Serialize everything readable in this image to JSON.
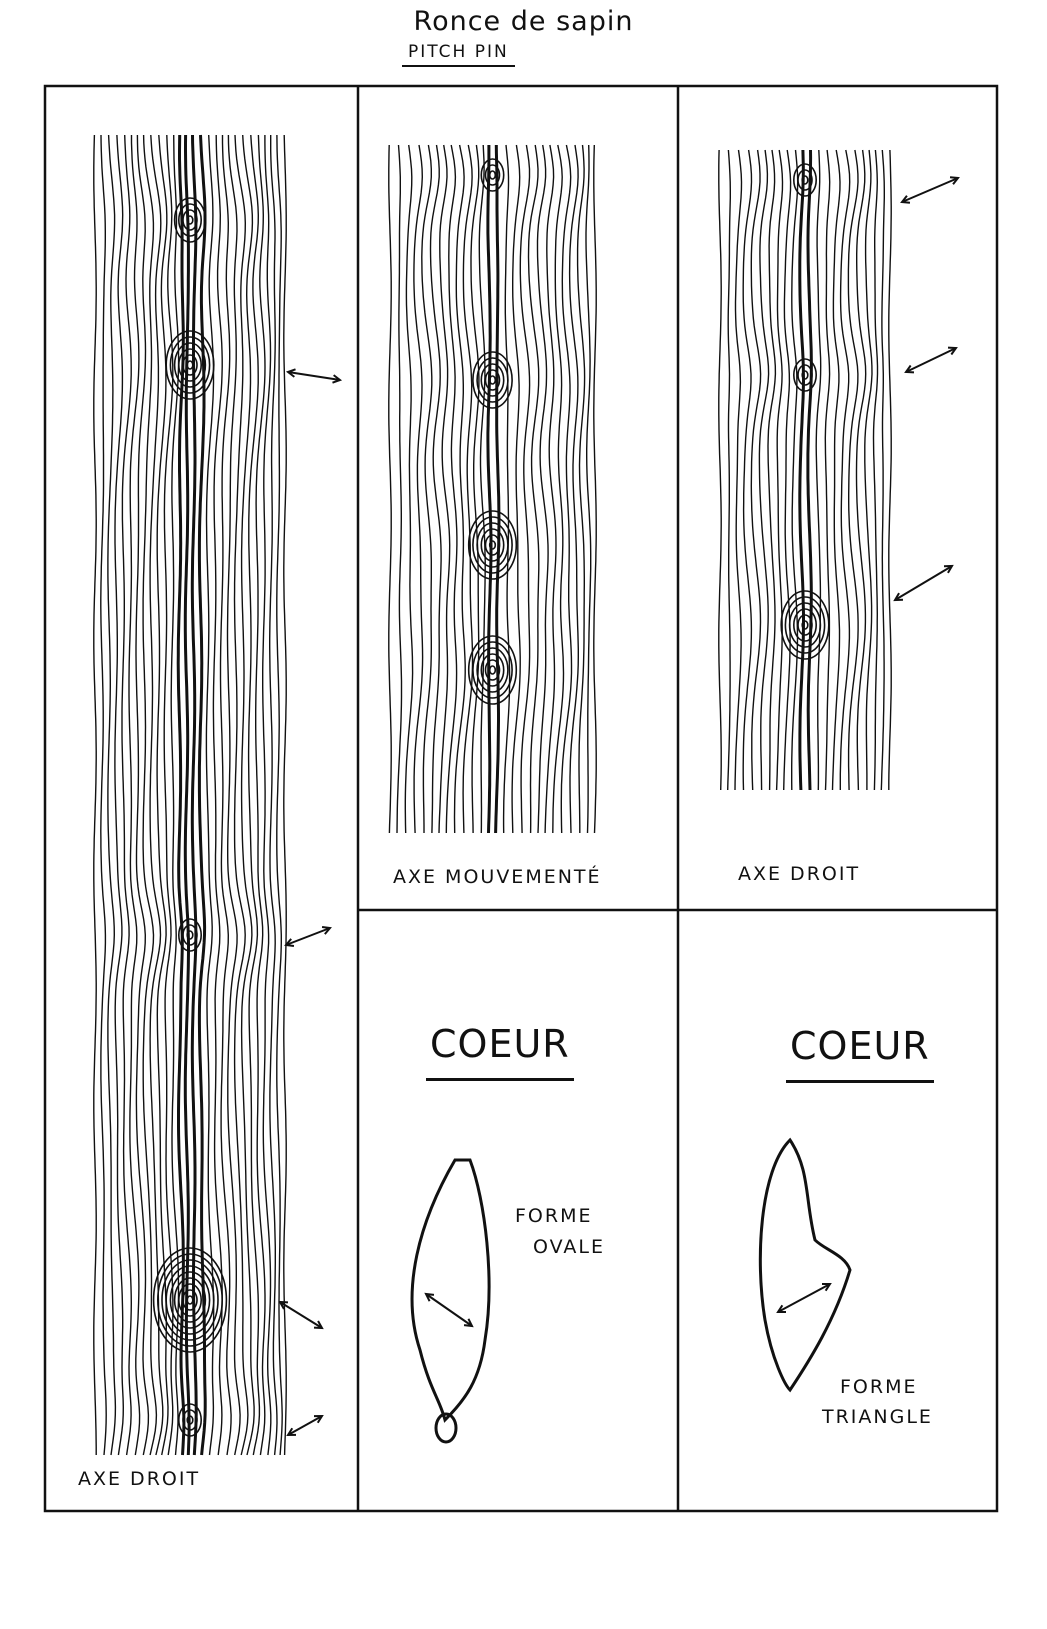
{
  "header": {
    "title": "Ronce de sapin",
    "subtitle": "PITCH PIN"
  },
  "panels": {
    "left": {
      "label": "AXE DROIT"
    },
    "top_middle": {
      "label": "AXE MOUVEMENTÉ"
    },
    "top_right": {
      "label": "AXE DROIT"
    },
    "bottom_middle": {
      "heading": "COEUR",
      "shape_label_line1": "FORME",
      "shape_label_line2": "OVALE"
    },
    "bottom_right": {
      "heading": "COEUR",
      "shape_label_line1": "FORME",
      "shape_label_line2": "TRIANGLE"
    }
  },
  "colors": {
    "ink": "#111111",
    "paper": "#ffffff"
  }
}
